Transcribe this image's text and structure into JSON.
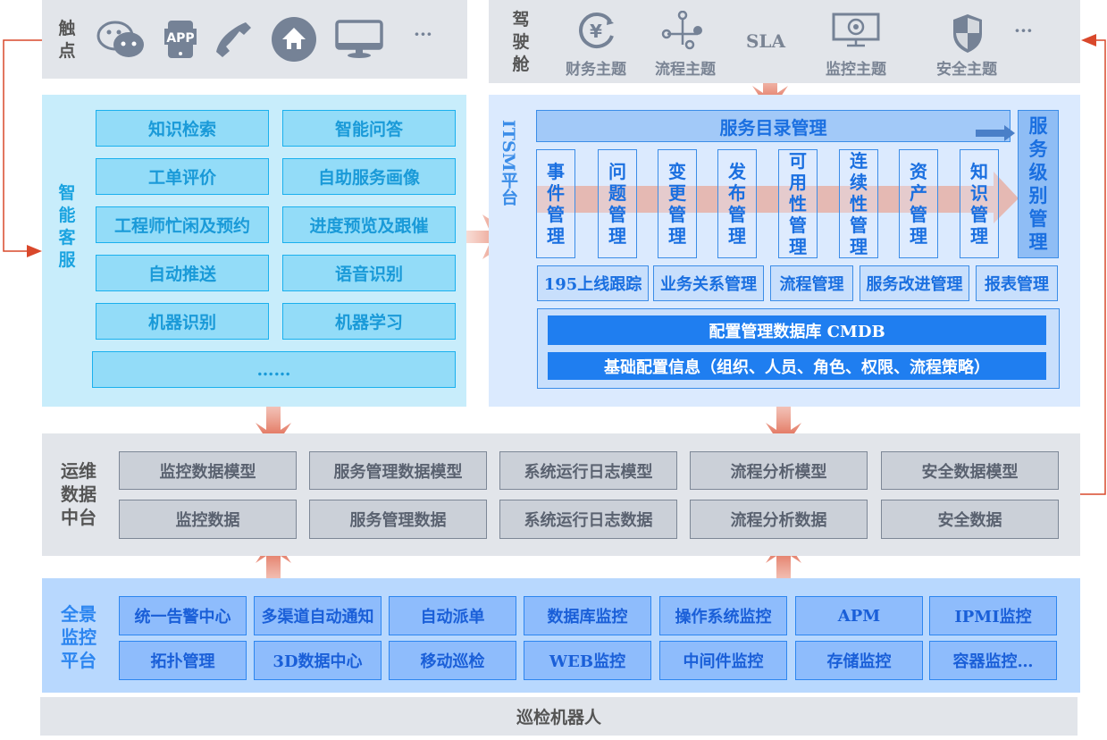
{
  "touchpoints": {
    "label": "触点",
    "icons": [
      "wechat-icon",
      "app-icon",
      "phone-icon",
      "home-icon",
      "monitor-icon",
      "more-icon"
    ],
    "app_text": "APP",
    "more": "···"
  },
  "cockpit": {
    "label": "驾驶舱",
    "items": [
      {
        "icon": "finance-icon",
        "label": "财务主题"
      },
      {
        "icon": "flow-icon",
        "label": "流程主题"
      },
      {
        "icon": "",
        "label": "SLA"
      },
      {
        "icon": "monitor-icon",
        "label": "监控主题"
      },
      {
        "icon": "shield-icon",
        "label": "安全主题"
      }
    ],
    "more": "···"
  },
  "smart_service": {
    "label": "智能客服",
    "items": [
      "知识检索",
      "智能问答",
      "工单评价",
      "自助服务画像",
      "工程师忙闲及预约",
      "进度预览及跟催",
      "自动推送",
      "语音识别",
      "机器识别",
      "机器学习"
    ],
    "more": "……"
  },
  "itsm": {
    "label": "ITSM平台",
    "catalog": "服务目录管理",
    "sla": "服务级别管理",
    "processes": [
      "事件管理",
      "问题管理",
      "变更管理",
      "发布管理",
      "可用性管理",
      "连续性管理",
      "资产管理",
      "知识管理"
    ],
    "modules": [
      "195上线跟踪",
      "业务关系管理",
      "流程管理",
      "服务改进管理",
      "报表管理"
    ],
    "cmdb": "配置管理数据库 CMDB",
    "base_config": "基础配置信息（组织、人员、角色、权限、流程策略）"
  },
  "ops_data": {
    "label": "运维数据中台",
    "models": [
      "监控数据模型",
      "服务管理数据模型",
      "系统运行日志模型",
      "流程分析模型",
      "安全数据模型"
    ],
    "data": [
      "监控数据",
      "服务管理数据",
      "系统运行日志数据",
      "流程分析数据",
      "安全数据"
    ]
  },
  "monitoring": {
    "label": "全景监控平台",
    "row1": [
      "统一告警中心",
      "多渠道自动通知",
      "自动派单",
      "数据库监控",
      "操作系统监控",
      "APM",
      "IPMI监控"
    ],
    "row2": [
      "拓扑管理",
      "3D数据中心",
      "移动巡检",
      "WEB监控",
      "中间件监控",
      "存储监控",
      "容器监控…"
    ]
  },
  "robot": "巡检机器人",
  "colors": {
    "gray_panel": "#e2e5ea",
    "cyan_panel": "#c8edfb",
    "itsm_panel": "#dbeafe",
    "monitor_panel": "#b8d8fe",
    "accent_blue": "#1f7ef0",
    "arrow_red": "#d9482b"
  }
}
